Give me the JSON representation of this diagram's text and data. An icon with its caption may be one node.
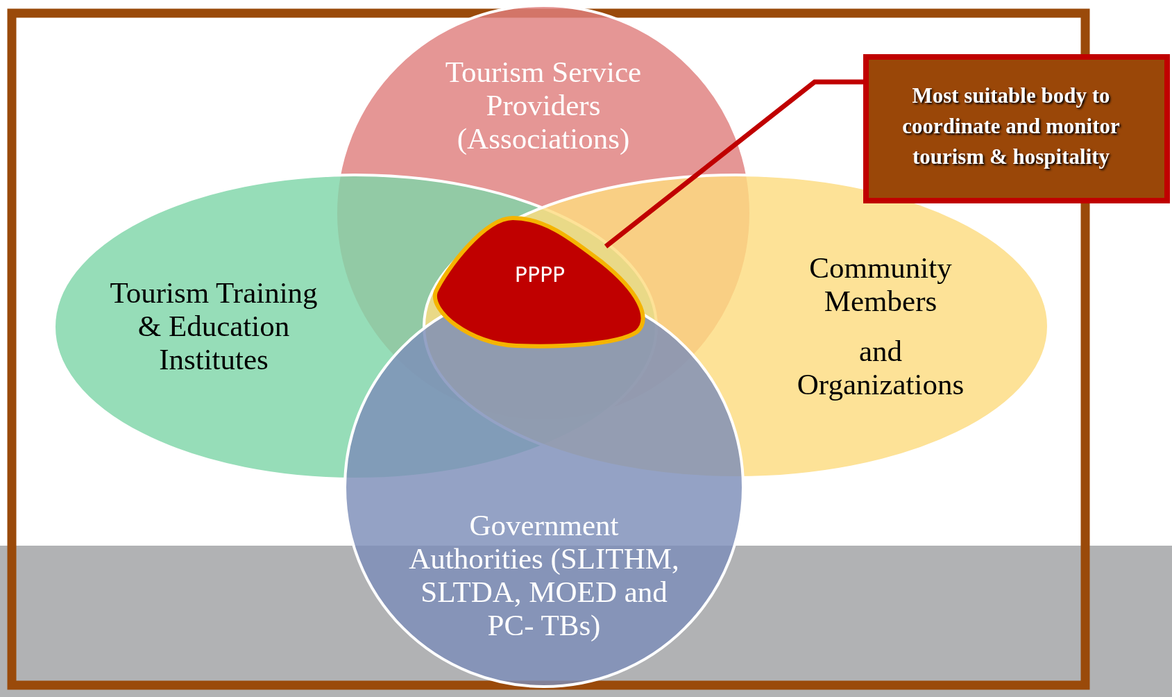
{
  "diagram": {
    "nodes": [
      {
        "text": [
          "Tourism Service Providers (Associations)"
        ]
      },
      {
        "text": [
          "Tourism Training & Education Institutes"
        ]
      },
      {
        "text": [
          "Community Members",
          "and Organizations"
        ]
      },
      {
        "text": [
          "Government Authorities (SLITHM, SLTDA, MOED and PC- TBs)"
        ]
      },
      {
        "text": [
          "PPPP"
        ]
      },
      {
        "text": [
          "Most suitable body to coordinate and monitor tourism & hospitality"
        ]
      }
    ],
    "edges": [
      {
        "from": 5,
        "to": 4,
        "arrow": "none"
      }
    ]
  }
}
